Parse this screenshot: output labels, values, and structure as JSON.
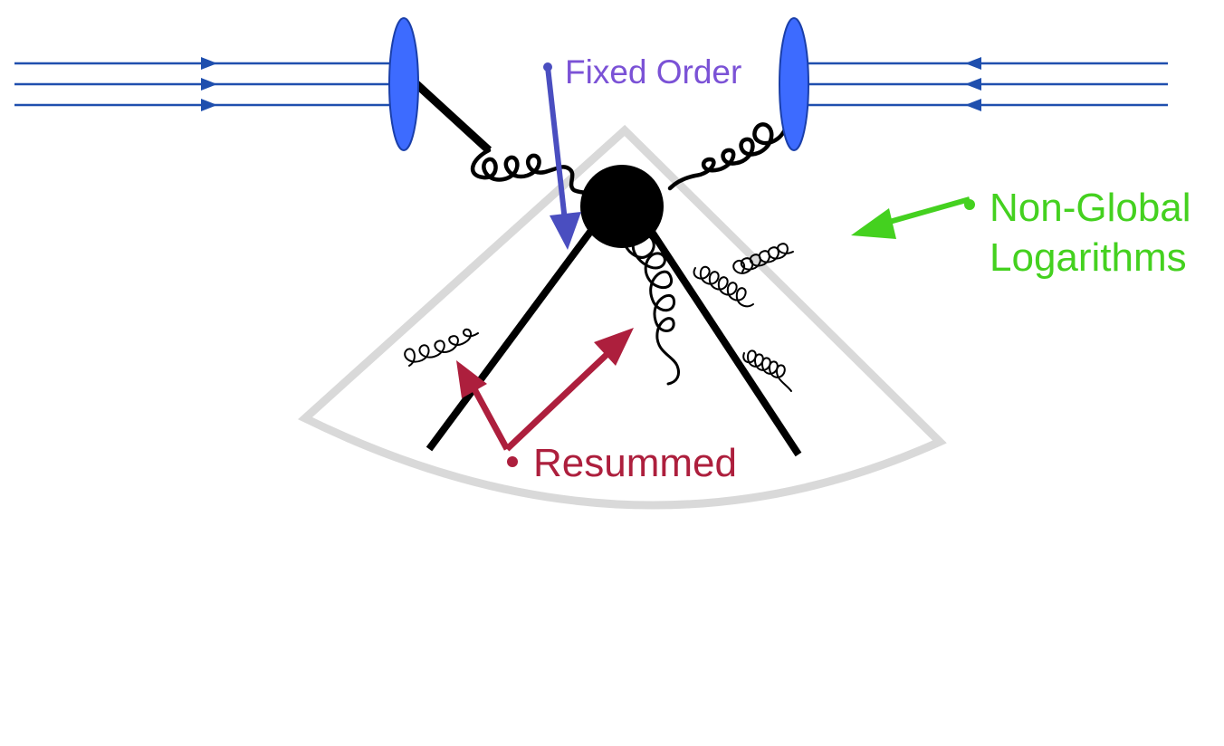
{
  "labels": {
    "fixed_order": "Fixed Order",
    "non_global_line1": "Non-Global",
    "non_global_line2": "Logarithms",
    "resummed": "Resummed"
  },
  "colors": {
    "beam": "#1f4fae",
    "proton": "#3d6bff",
    "proton_edge": "#1a3faa",
    "fixed_order": "#7b52d6",
    "fixed_order_arrow": "#4a4ec0",
    "non_global": "#44d11f",
    "resummed": "#ad1f3d",
    "region": "#d9d9d9",
    "ink": "#000000"
  }
}
